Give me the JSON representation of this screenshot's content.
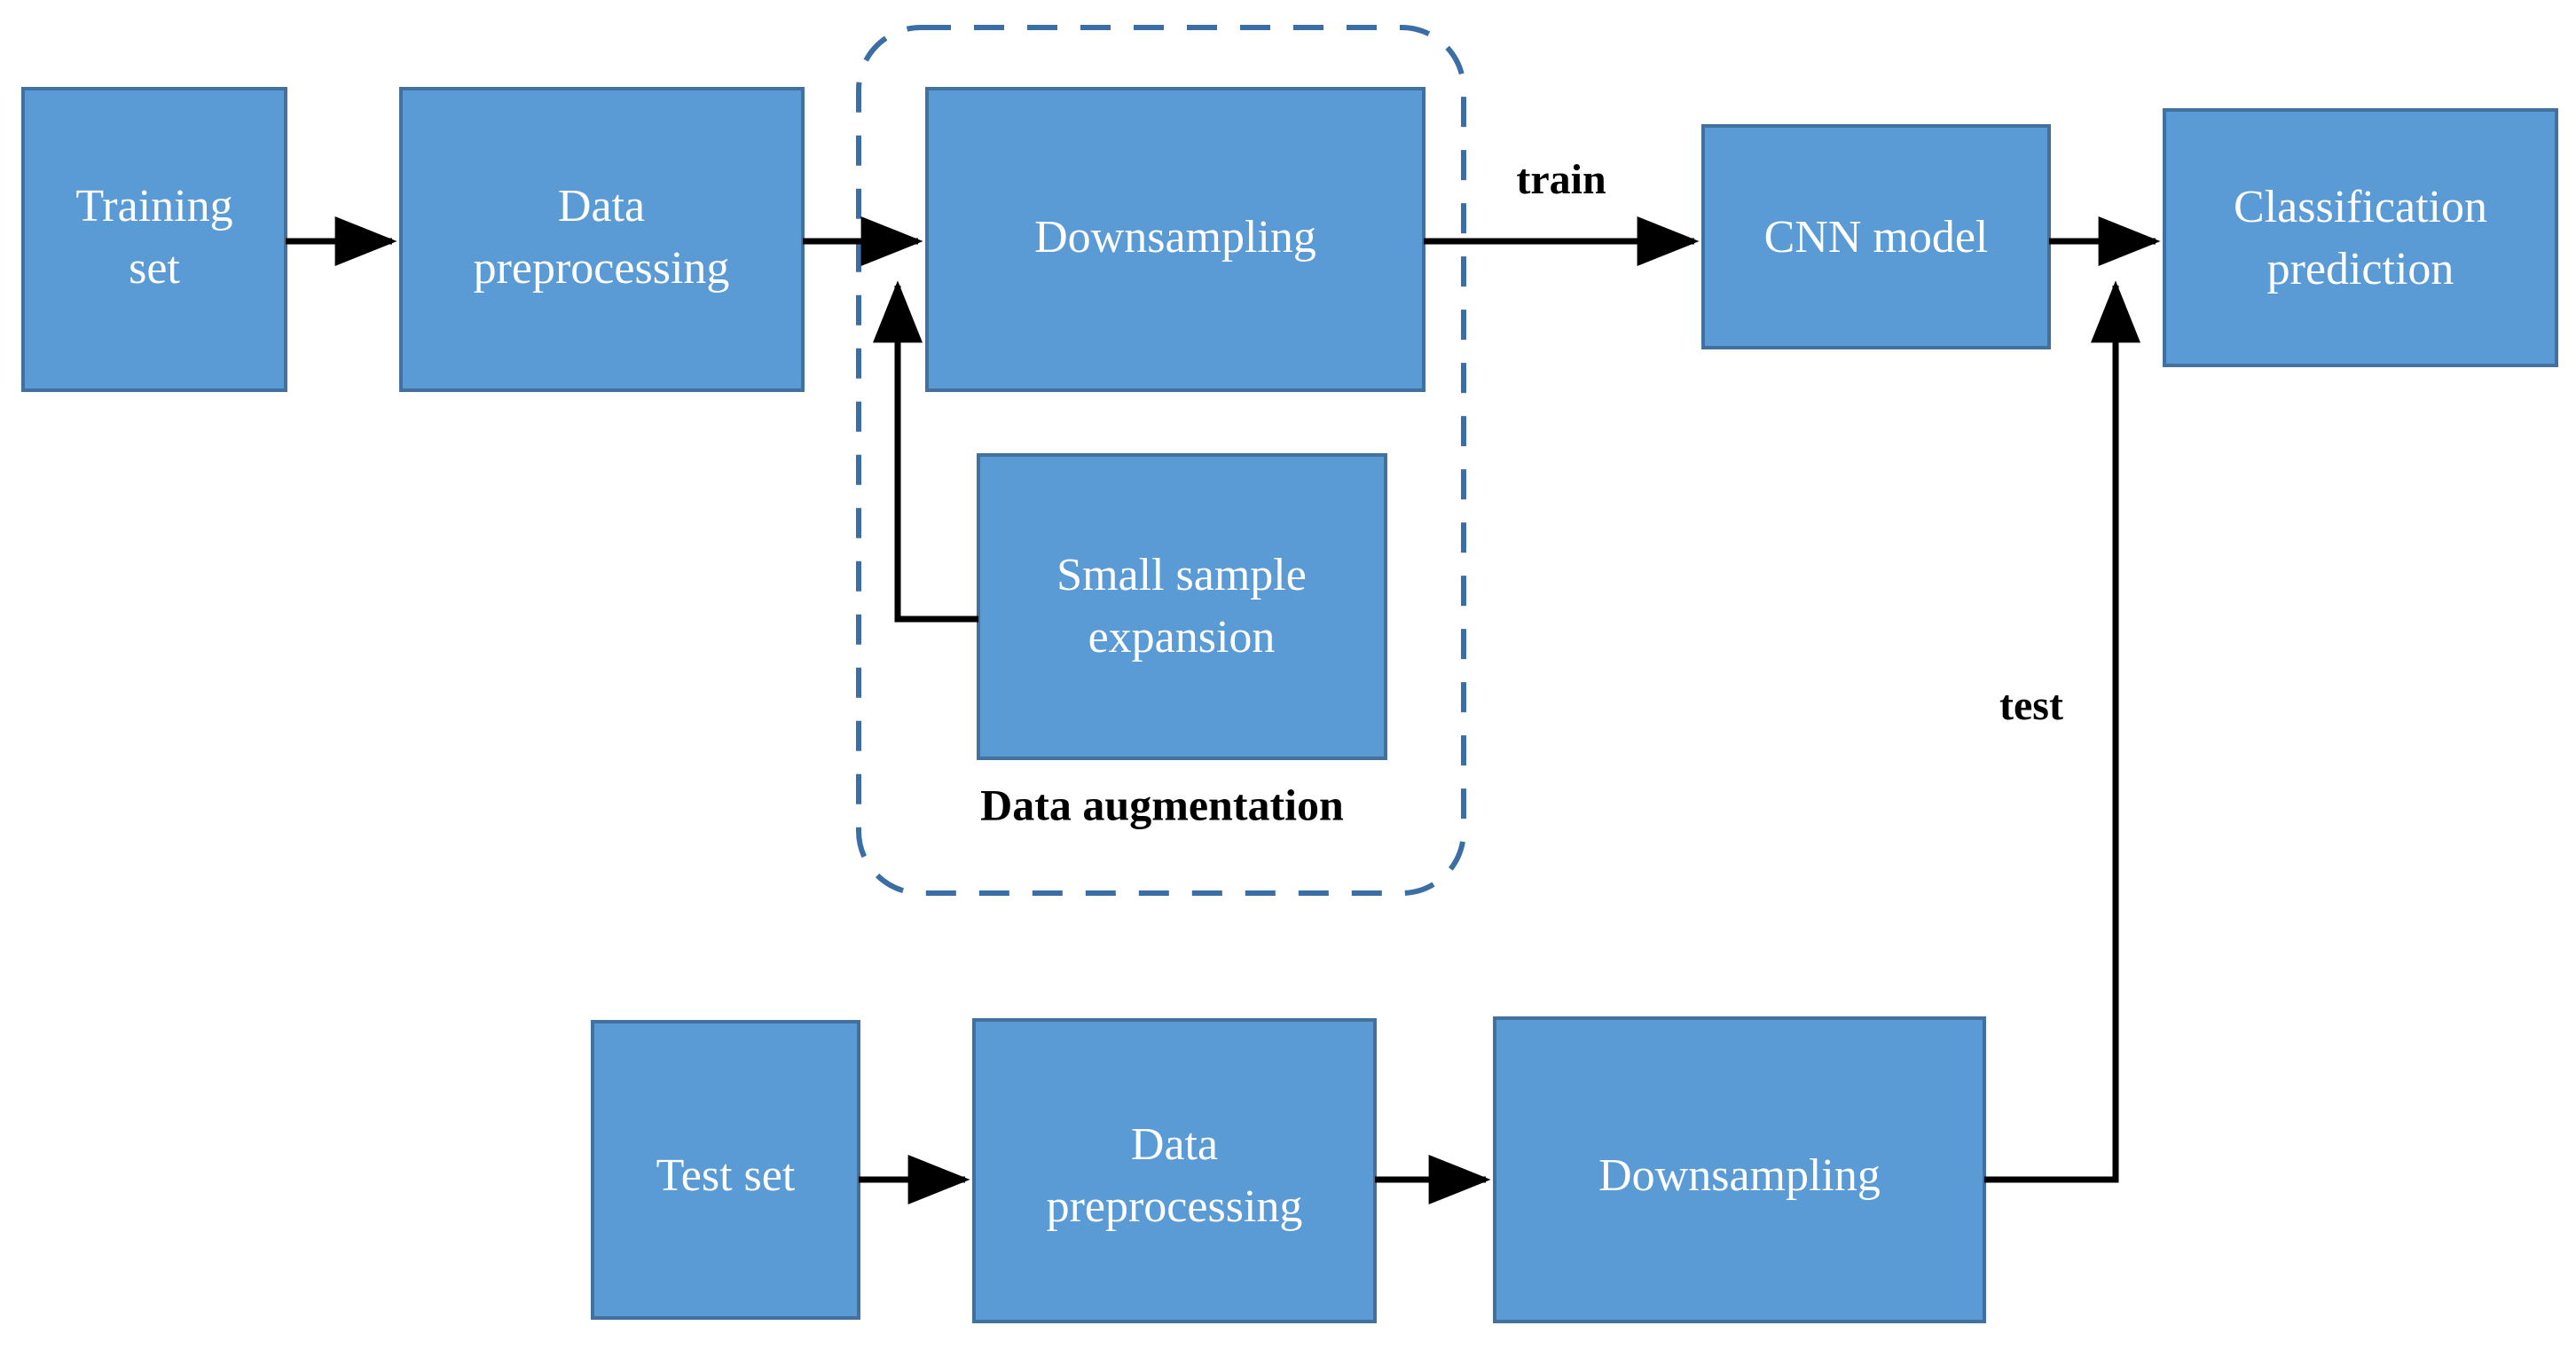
{
  "diagram": {
    "title": "CNN training and testing pipeline flowchart",
    "colors": {
      "node_fill": "#5b9bd5",
      "node_border": "#41719c",
      "node_text": "#ffffff",
      "arrow": "#000000",
      "group_border": "#3a6ea5",
      "background": "#ffffff"
    },
    "nodes": [
      {
        "id": "training-set",
        "label_line1": "Training",
        "label_line2": "set"
      },
      {
        "id": "data-preprocessing-top",
        "label_line1": "Data",
        "label_line2": "preprocessing"
      },
      {
        "id": "downsampling-top",
        "label_line1": "Downsampling",
        "label_line2": ""
      },
      {
        "id": "small-sample-expansion",
        "label_line1": "Small sample",
        "label_line2": "expansion"
      },
      {
        "id": "cnn-model",
        "label_line1": "CNN model",
        "label_line2": ""
      },
      {
        "id": "classification-prediction",
        "label_line1": "Classification",
        "label_line2": "prediction"
      },
      {
        "id": "test-set",
        "label_line1": "Test set",
        "label_line2": ""
      },
      {
        "id": "data-preprocessing-bottom",
        "label_line1": "Data",
        "label_line2": "preprocessing"
      },
      {
        "id": "downsampling-bottom",
        "label_line1": "Downsampling",
        "label_line2": ""
      }
    ],
    "group": {
      "id": "data-augmentation-group",
      "label": "Data augmentation"
    },
    "edge_labels": {
      "train": "train",
      "test": "test"
    }
  }
}
